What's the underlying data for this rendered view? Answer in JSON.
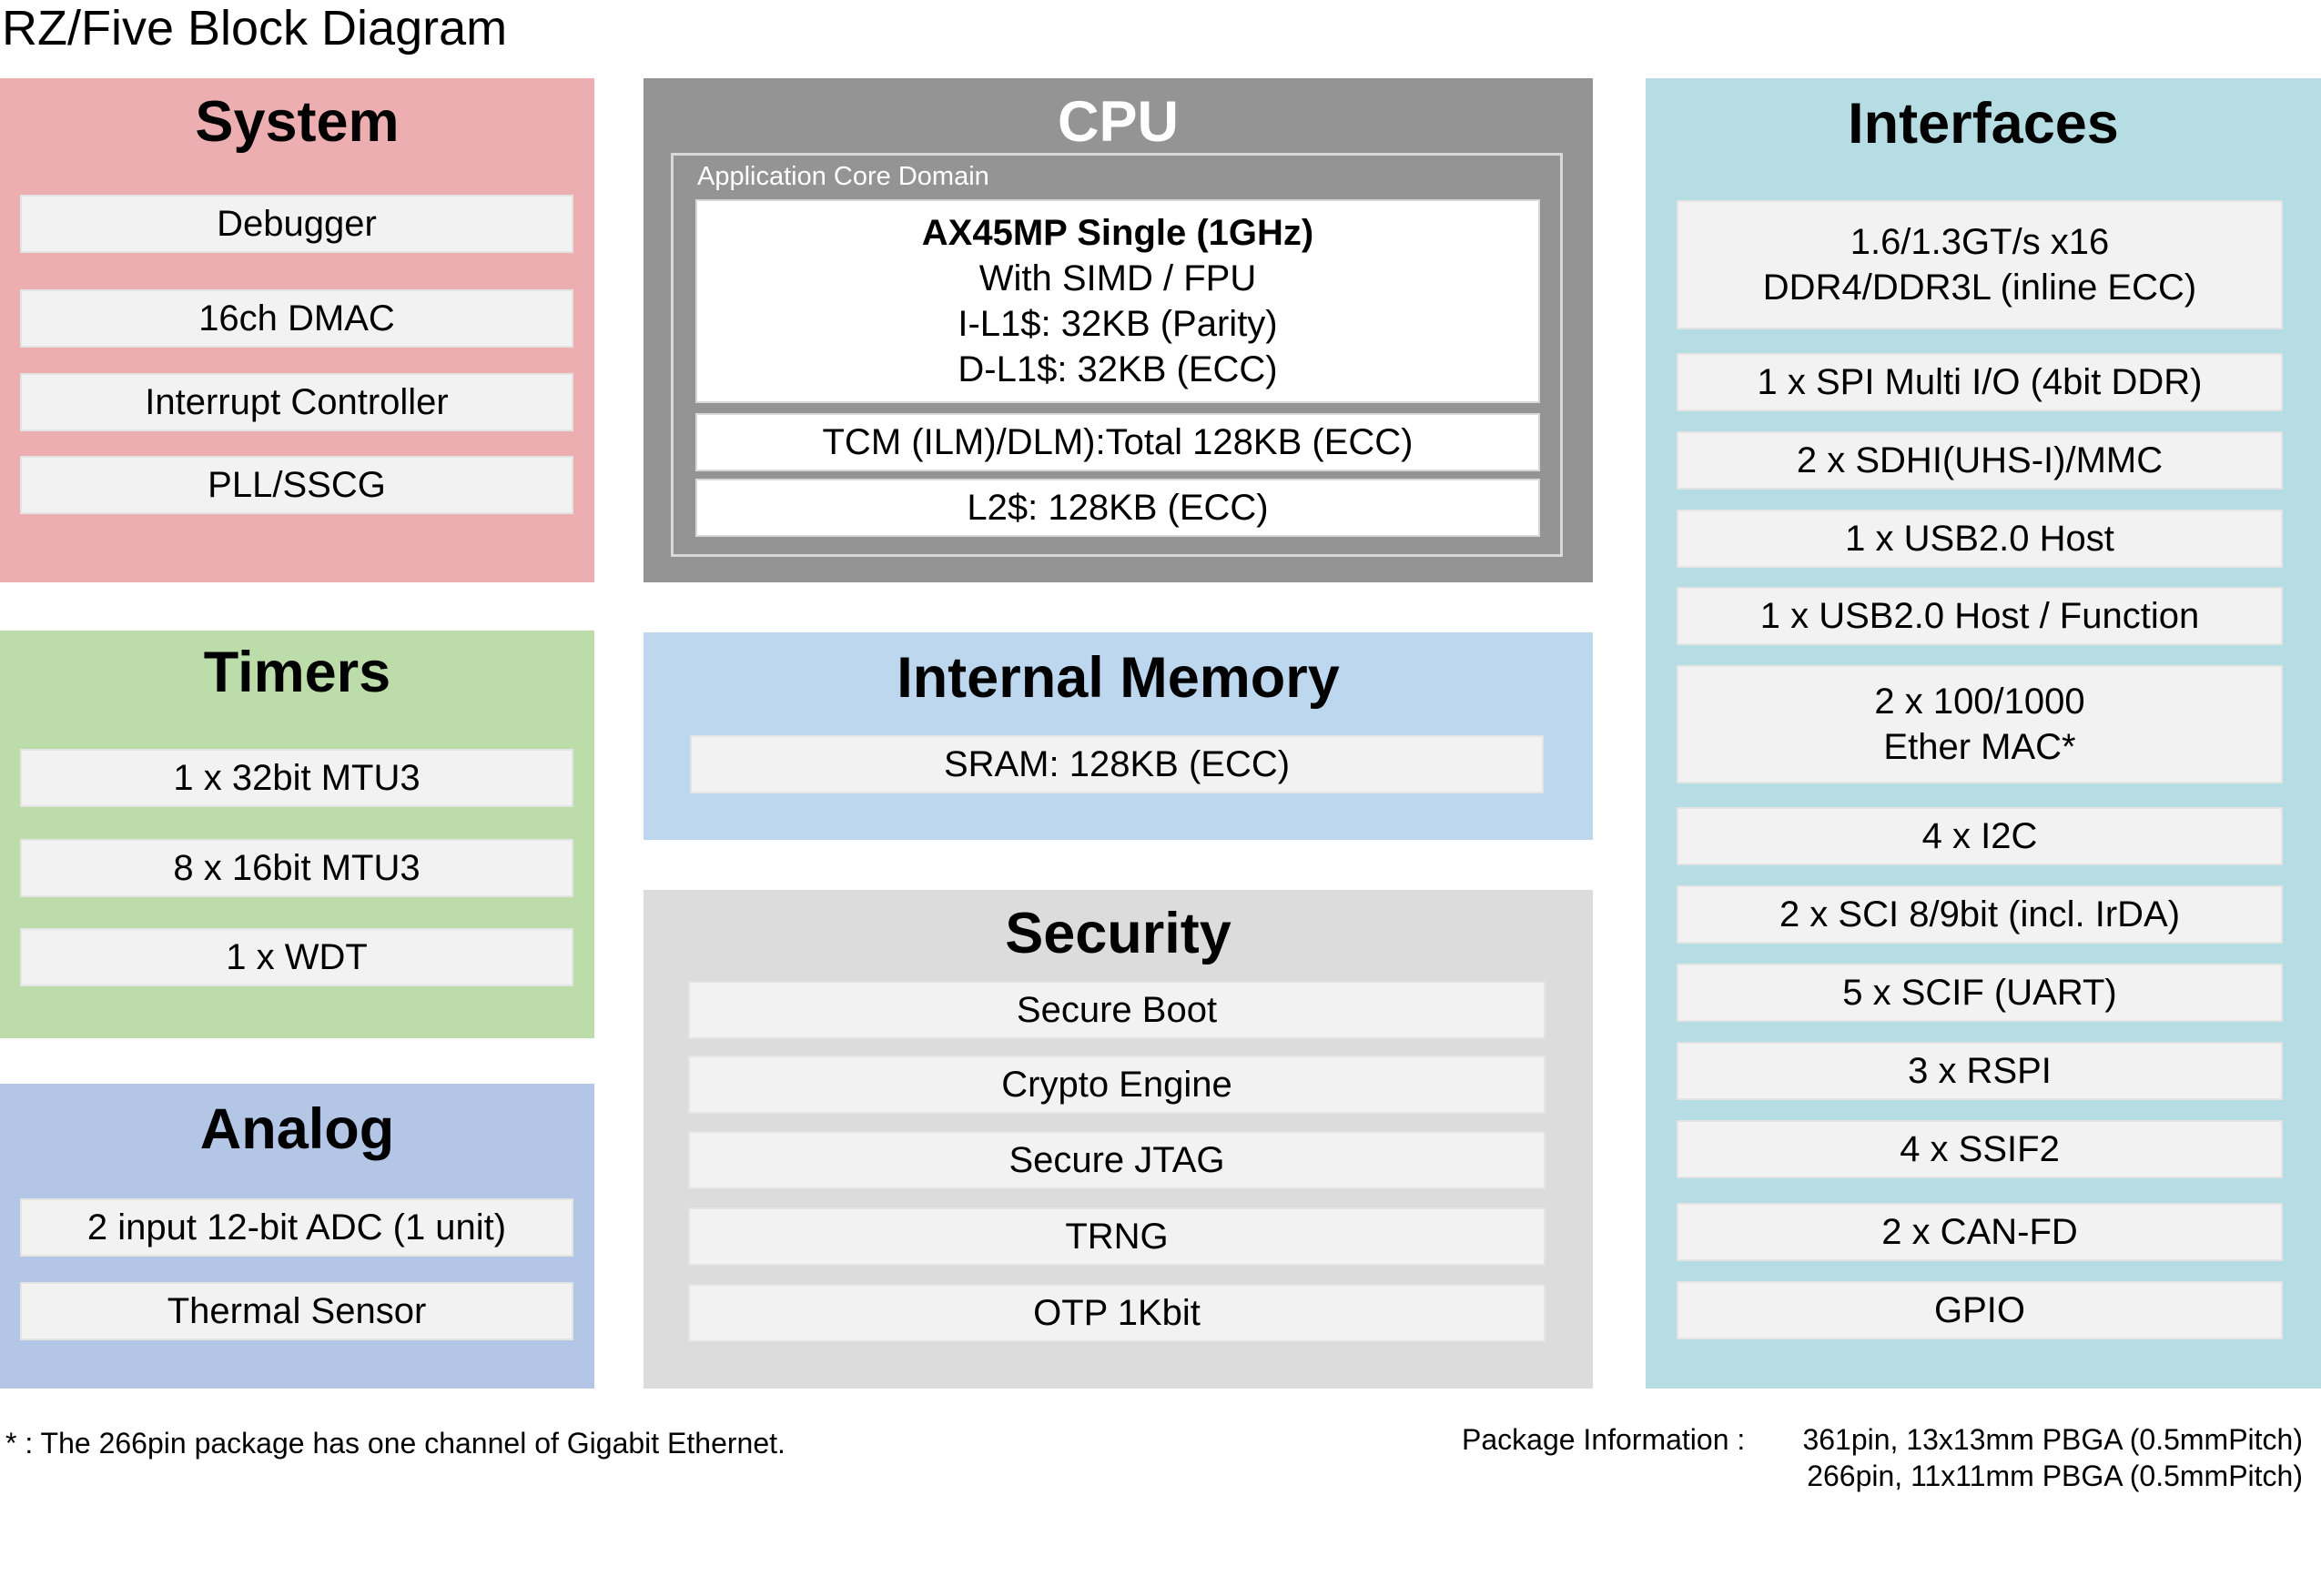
{
  "title": "RZ/Five Block Diagram",
  "system": {
    "title": "System",
    "items": [
      "Debugger",
      "16ch DMAC",
      "Interrupt Controller",
      "PLL/SSCG"
    ]
  },
  "cpu": {
    "title": "CPU",
    "domain_label": "Application Core Domain",
    "core": {
      "name": "AX45MP Single (1GHz)",
      "lines": [
        "With SIMD / FPU",
        "I-L1$: 32KB (Parity)",
        "D-L1$: 32KB (ECC)"
      ]
    },
    "tcm": "TCM (ILM)/DLM):Total 128KB (ECC)",
    "l2": "L2$: 128KB (ECC)"
  },
  "interfaces": {
    "title": "Interfaces",
    "items": [
      [
        "1.6/1.3GT/s x16",
        "DDR4/DDR3L (inline ECC)"
      ],
      [
        "1 x SPI Multi I/O (4bit DDR)"
      ],
      [
        "2 x SDHI(UHS-I)/MMC"
      ],
      [
        "1 x USB2.0 Host"
      ],
      [
        "1 x USB2.0 Host / Function"
      ],
      [
        "2 x 100/1000",
        "Ether MAC*"
      ],
      [
        "4 x I2C"
      ],
      [
        "2 x SCI 8/9bit (incl. IrDA)"
      ],
      [
        "5 x SCIF (UART)"
      ],
      [
        "3 x RSPI"
      ],
      [
        "4 x SSIF2"
      ],
      [
        "2 x CAN-FD"
      ],
      [
        "GPIO"
      ]
    ]
  },
  "timers": {
    "title": "Timers",
    "items": [
      "1 x 32bit MTU3",
      "8 x 16bit MTU3",
      "1 x WDT"
    ]
  },
  "memory": {
    "title": "Internal Memory",
    "items": [
      "SRAM: 128KB (ECC)"
    ]
  },
  "analog": {
    "title": "Analog",
    "items": [
      "2 input 12-bit ADC (1 unit)",
      "Thermal Sensor"
    ]
  },
  "security": {
    "title": "Security",
    "items": [
      "Secure Boot",
      "Crypto Engine",
      "Secure JTAG",
      "TRNG",
      "OTP 1Kbit"
    ]
  },
  "footnote": "* : The 266pin package has one channel of Gigabit Ethernet.",
  "package": {
    "label": "Package Information :",
    "lines": [
      "361pin, 13x13mm PBGA (0.5mmPitch)",
      "266pin, 11x11mm PBGA (0.5mmPitch)"
    ]
  },
  "colors": {
    "system": "#edaeb1",
    "cpu": "#949494",
    "interfaces": "#b5dde3",
    "timers": "#bcdda9",
    "memory": "#bcd7ee",
    "analog": "#b3c6e6",
    "security": "#dcdcdc"
  }
}
